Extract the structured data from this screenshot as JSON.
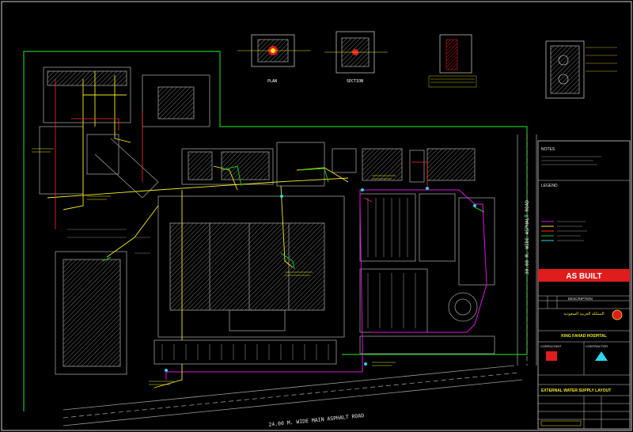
{
  "colors": {
    "background": "#000000",
    "linework": "#9a9a9a",
    "hatch": "#7a7a7a",
    "boundary_green": "#19c21e",
    "pipe_magenta": "#e011e0",
    "pipe_yellow": "#f2ea1c",
    "pipe_red": "#ff2a2a",
    "pipe_cyan": "#2ad7e8",
    "title_red": "#e01c1c"
  },
  "drawing": {
    "road_bottom_label": "24.00 M. WIDE MAIN ASPHALT ROAD",
    "road_right_label": "30.00 M. WIDE ASPHALT ROAD",
    "details": {
      "plan_label": "PLAN",
      "section_label": "SECTION"
    }
  },
  "title_block": {
    "status": "AS BUILT",
    "notes_heading": "NOTES",
    "legend_heading": "LEGEND",
    "description_heading": "DESCRIPTION",
    "client_arabic": "المملكة العربية السعودية",
    "project_name": "KING FAHAD HOSPITAL",
    "consultant_label": "CONSULTANT",
    "contractor_label": "CONTRACTOR",
    "drawing_title": "EXTERNAL WATER SUPPLY LAYOUT"
  }
}
